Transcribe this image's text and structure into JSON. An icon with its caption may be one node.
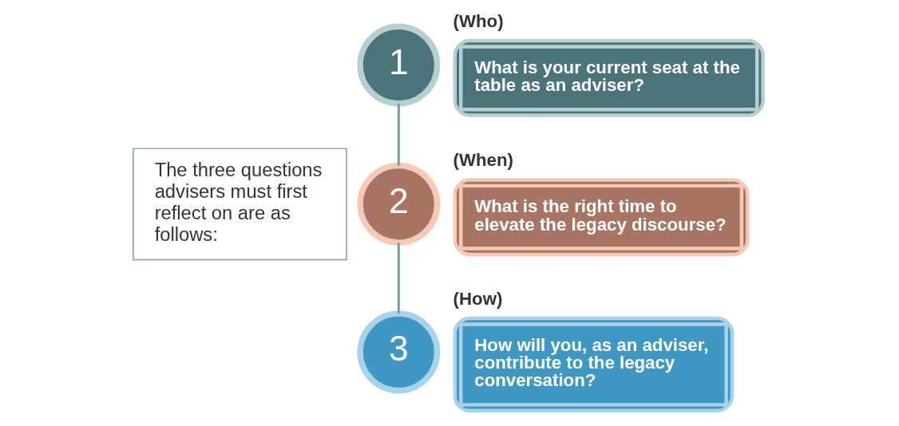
{
  "diagram": {
    "nodes": [
      {
        "text": [
          "The three questions advisers must first reflect on are as follows:"
        ]
      },
      {
        "text": [
          "1"
        ]
      },
      {
        "text": [
          "(Who)",
          "What is your current seat at the table as an adviser?"
        ]
      },
      {
        "text": [
          "2"
        ]
      },
      {
        "text": [
          "(When)",
          "What is the right time to elevate the legacy discourse?"
        ]
      },
      {
        "text": [
          "3"
        ]
      },
      {
        "text": [
          "(How)",
          "How will you, as an adviser, contribute to the legacy conversation?"
        ]
      }
    ],
    "edges": [
      {
        "from": 1,
        "to": 3,
        "arrow": "none"
      },
      {
        "from": 3,
        "to": 5,
        "arrow": "none"
      }
    ]
  }
}
